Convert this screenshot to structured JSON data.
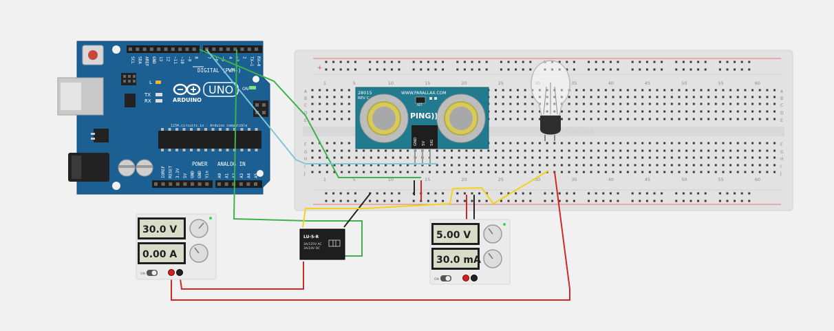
{
  "arduino": {
    "brand": "ARDUINO",
    "model": "UNO",
    "digital_label": "DIGITAL (PWM~)",
    "analog_label": "ANALOG IN",
    "power_label": "POWER",
    "subtitle": "1234.circuits.io - Arduino compatible",
    "led_l": "L",
    "led_tx": "TX",
    "led_rx": "RX",
    "on_label": "ON",
    "top_pins": [
      "SCL",
      "SDA",
      "AREF",
      "GND",
      "13",
      "12",
      "~11",
      "~10",
      "~9",
      "8",
      "7",
      "~6",
      "~5",
      "4",
      "~3",
      "2",
      "TX→1",
      "RX←0"
    ],
    "power_pins": [
      "IOREF",
      "RESET",
      "3.3V",
      "5V",
      "GND",
      "GND",
      "Vin"
    ],
    "analog_pins": [
      "A0",
      "A1",
      "A2",
      "A3",
      "A4",
      "A5"
    ]
  },
  "breadboard": {
    "column_numbers": [
      "1",
      "5",
      "10",
      "15",
      "20",
      "25",
      "30",
      "35",
      "40",
      "45",
      "50",
      "55",
      "60"
    ],
    "row_letters_top": [
      "A",
      "B",
      "C",
      "D",
      "E"
    ],
    "row_letters_bottom": [
      "F",
      "G",
      "H",
      "I",
      "J"
    ],
    "watermark": "1230 Circuits"
  },
  "ping_sensor": {
    "part": "28015",
    "rev": "REV C",
    "url": "WWW.PARALLAX.COM",
    "name": "PING)))",
    "act": "ACT",
    "pins": [
      "GND",
      "5V",
      "SIG"
    ]
  },
  "relay": {
    "title": "LU-5-R",
    "spec1": "3A/125V AC",
    "spec2": "3A/24V DC"
  },
  "supply_left": {
    "voltage": "30.0 V",
    "current": "0.00 A",
    "on_label": "ON"
  },
  "supply_right": {
    "voltage": "5.00 V",
    "current": "30.0 mA",
    "on_label": "ON"
  },
  "colors": {
    "arduino_blue": "#1c5f93",
    "wire_green": "#3cb34a",
    "wire_cyan": "#7fc6d6",
    "wire_red": "#d42626",
    "wire_yellow": "#f2d21b",
    "wire_black": "#222222"
  }
}
